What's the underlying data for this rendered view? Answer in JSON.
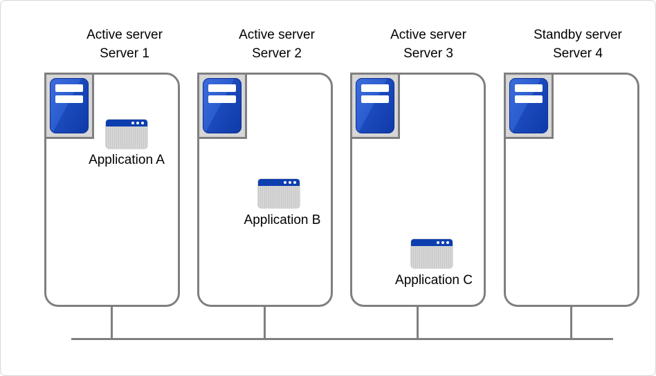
{
  "diagram": {
    "kind": "server-cluster-topology",
    "description_colors": {
      "box_border": "#7f7f7f",
      "network_line": "#7f7f7f",
      "server_plate_fill": "#dddddd",
      "tower_blue_light": "#3d6cda",
      "tower_blue_dark": "#0f3ba8",
      "app_titlebar_blue": "#0d3eb0",
      "app_body_gray": "#d2d2d2",
      "text": "#000000"
    }
  },
  "icons": {
    "server": "tower-server-icon",
    "application": "app-window-icon"
  },
  "servers": [
    {
      "role_label": "Active server",
      "name_label": "Server 1",
      "application": "Application A"
    },
    {
      "role_label": "Active server",
      "name_label": "Server 2",
      "application": "Application B"
    },
    {
      "role_label": "Active server",
      "name_label": "Server 3",
      "application": "Application C"
    },
    {
      "role_label": "Standby server",
      "name_label": "Server 4"
    }
  ],
  "network": {
    "type": "shared-bus",
    "connected_servers": [
      "Server 1",
      "Server 2",
      "Server 3",
      "Server 4"
    ]
  }
}
